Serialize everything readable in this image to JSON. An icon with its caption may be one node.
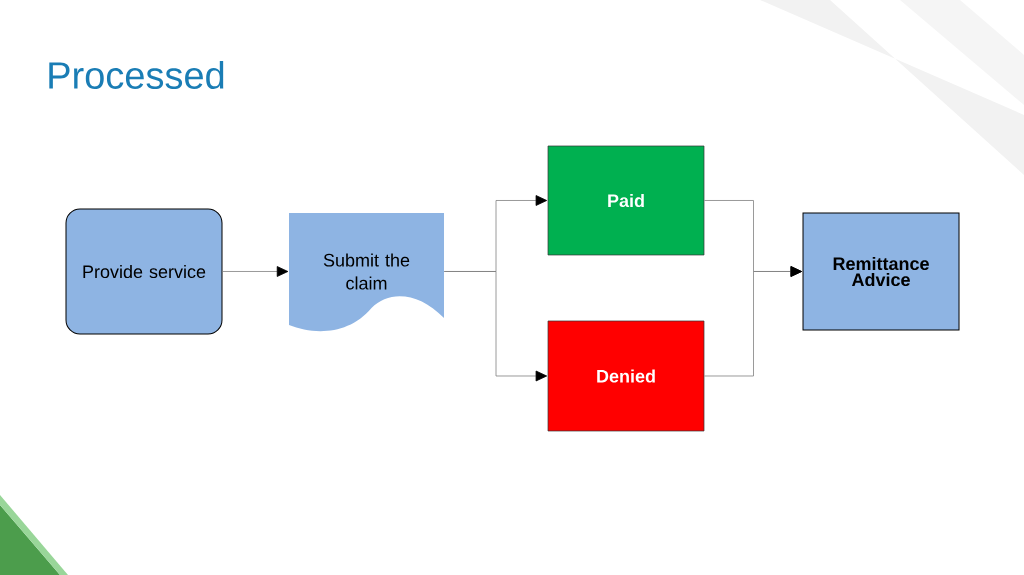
{
  "diagram": {
    "title": "Processed",
    "nodes": [
      {
        "text": [
          "Provide service"
        ]
      },
      {
        "text": [
          "Submit the claim"
        ]
      },
      {
        "text": [
          "Paid"
        ]
      },
      {
        "text": [
          "Denied"
        ]
      },
      {
        "text": [
          "Remittance Advice"
        ]
      }
    ],
    "edges": [
      {
        "from": 0,
        "to": 1,
        "arrow": "to"
      },
      {
        "from": 1,
        "to": 2,
        "arrow": "to"
      },
      {
        "from": 1,
        "to": 3,
        "arrow": "to"
      },
      {
        "from": 2,
        "to": 4,
        "arrow": "to"
      },
      {
        "from": 3,
        "to": 4,
        "arrow": "to"
      }
    ]
  }
}
